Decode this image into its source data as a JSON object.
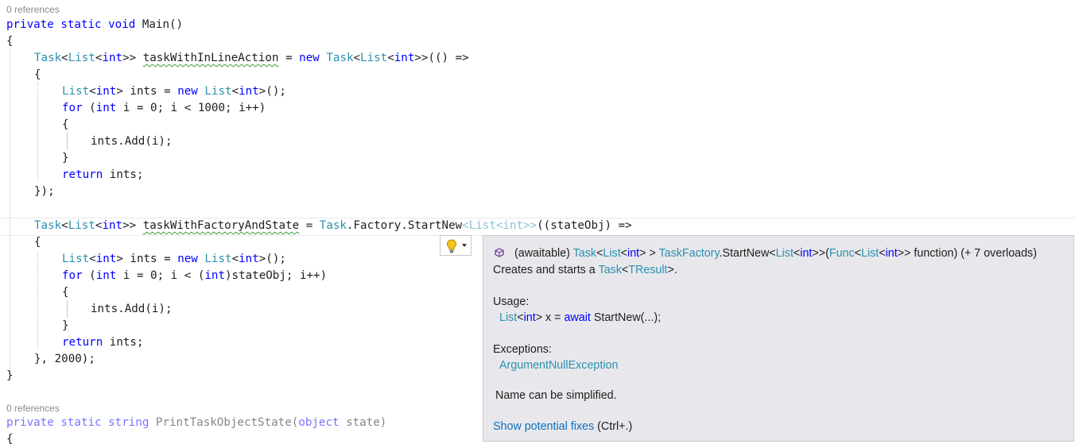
{
  "codelens": {
    "main_refs": "0 references",
    "print_refs": "0 references"
  },
  "code": {
    "l1": {
      "private": "private",
      "static": "static",
      "void": "void",
      "rest": " Main()"
    },
    "open_brace": "{",
    "l3": {
      "task": "Task",
      "lt1": "<",
      "list": "List",
      "lt2": "<",
      "int": "int",
      "gt": ">> ",
      "var": "taskWithInLineAction",
      "eq": " = ",
      "new": "new",
      "sp": " ",
      "task2": "Task",
      "lt3": "<",
      "list2": "List",
      "lt4": "<",
      "int2": "int",
      "tail": ">>(() =>"
    },
    "l4": "{",
    "l5": {
      "list": "List",
      "lt": "<",
      "int": "int",
      "gt": "> ints = ",
      "new": "new",
      "sp": " ",
      "list2": "List",
      "lt2": "<",
      "int2": "int",
      "tail": ">();"
    },
    "l6": {
      "for": "for",
      "p": " (",
      "int": "int",
      "tail": " i = 0; i < 1000; i++)"
    },
    "l7": "{",
    "l8": "ints.Add(i);",
    "l9": "}",
    "l10": {
      "ret": "return",
      "tail": " ints;"
    },
    "l11": "});",
    "l13": {
      "task": "Task",
      "lt1": "<",
      "list": "List",
      "lt2": "<",
      "int": "int",
      "gt": ">> ",
      "var": "taskWithFactoryAndState",
      "eq": " = ",
      "task2": "Task",
      "dot": ".Factory.StartNew",
      "dim": "<List<int>>",
      "tail": "((stateObj) =>"
    },
    "l14": "{",
    "l15": {
      "list": "List",
      "lt": "<",
      "int": "int",
      "gt": "> ints = ",
      "new": "new",
      "sp": " ",
      "list2": "List",
      "lt2": "<",
      "int2": "int",
      "tail": ">();"
    },
    "l16": {
      "for": "for",
      "p": " (",
      "int": "int",
      "mid": " i = 0; i < (",
      "int2": "int",
      "tail": ")stateObj; i++)"
    },
    "l17": "{",
    "l18": "ints.Add(i);",
    "l19": "}",
    "l20": {
      "ret": "return",
      "tail": " ints;"
    },
    "l21": "}, 2000);",
    "l22": "}",
    "l24": {
      "private": "private",
      "static": "static",
      "string": "string",
      "name": " PrintTaskObjectState(",
      "object": "object",
      "tail": " state)"
    },
    "l25": "{"
  },
  "quickinfo": {
    "sig_prefix": "(awaitable) ",
    "sig_task": "Task",
    "sig_lt1": "<",
    "sig_list": "List",
    "sig_lt2": "<",
    "sig_int": "int",
    "sig_gt1": "> > ",
    "sig_factory": "TaskFactory",
    "sig_start": ".StartNew<",
    "sig_list2": "List",
    "sig_lt3": "<",
    "sig_int2": "int",
    "sig_gt2": ">>(",
    "sig_func": "Func",
    "sig_lt4": "<",
    "sig_list3": "List",
    "sig_lt5": "<",
    "sig_int3": "int",
    "sig_tail": ">> function) (+ 7 overloads)",
    "desc_prefix": "Creates and starts a ",
    "desc_task": "Task",
    "desc_lt": "<",
    "desc_tresult": "TResult",
    "desc_tail": ">.",
    "usage_label": "Usage:",
    "usage_list": "List",
    "usage_lt": "<",
    "usage_int": "int",
    "usage_mid": "> x = ",
    "usage_await": "await",
    "usage_tail": " StartNew(...);",
    "exceptions_label": "Exceptions:",
    "exception_name": "ArgumentNullException",
    "note": "Name can be simplified.",
    "fix_link": "Show potential fixes",
    "fix_shortcut": " (Ctrl+.)"
  },
  "icons": {
    "lightbulb": "lightbulb-icon",
    "dropdown": "chevron-down-icon",
    "method": "method-cube-icon"
  },
  "colors": {
    "keyword": "#0000ff",
    "type": "#2b91af",
    "squiggle": "#3a9d3a",
    "tooltip_bg": "#e8e8ec",
    "link": "#0e70c0"
  }
}
